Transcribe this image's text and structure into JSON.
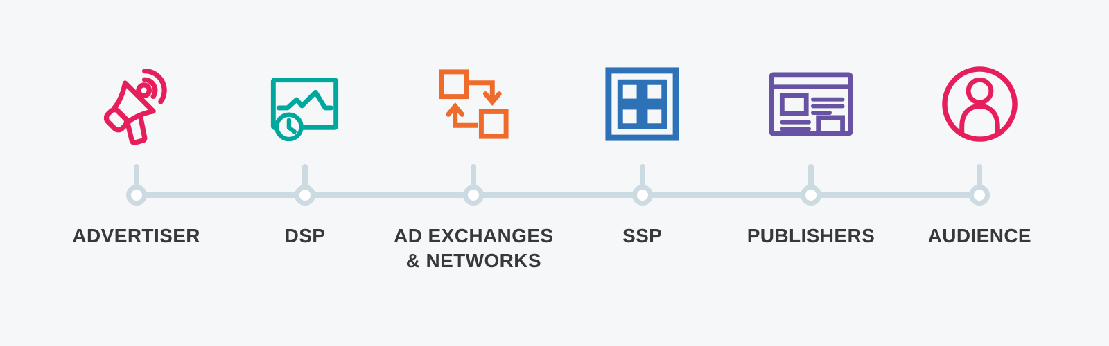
{
  "colors": {
    "background": "#f5f7f8",
    "timeline": "#ccdae1",
    "node_fill": "#ffffff",
    "label_text": "#35393b"
  },
  "items": [
    {
      "name": "advertiser",
      "label": "ADVERTISER",
      "icon": "megaphone-icon",
      "color": "#e61e5b"
    },
    {
      "name": "dsp",
      "label": "DSP",
      "icon": "analytics-dashboard-icon",
      "color": "#00a79e"
    },
    {
      "name": "ad-exchanges-networks",
      "label": "AD EXCHANGES\n& NETWORKS",
      "icon": "exchange-arrows-icon",
      "color": "#ee6b2b"
    },
    {
      "name": "ssp",
      "label": "SSP",
      "icon": "grid-squares-icon",
      "color": "#2d72b7"
    },
    {
      "name": "publishers",
      "label": "PUBLISHERS",
      "icon": "browser-window-icon",
      "color": "#6752a3"
    },
    {
      "name": "audience",
      "label": "AUDIENCE",
      "icon": "person-circle-icon",
      "color": "#e61e5b"
    }
  ]
}
